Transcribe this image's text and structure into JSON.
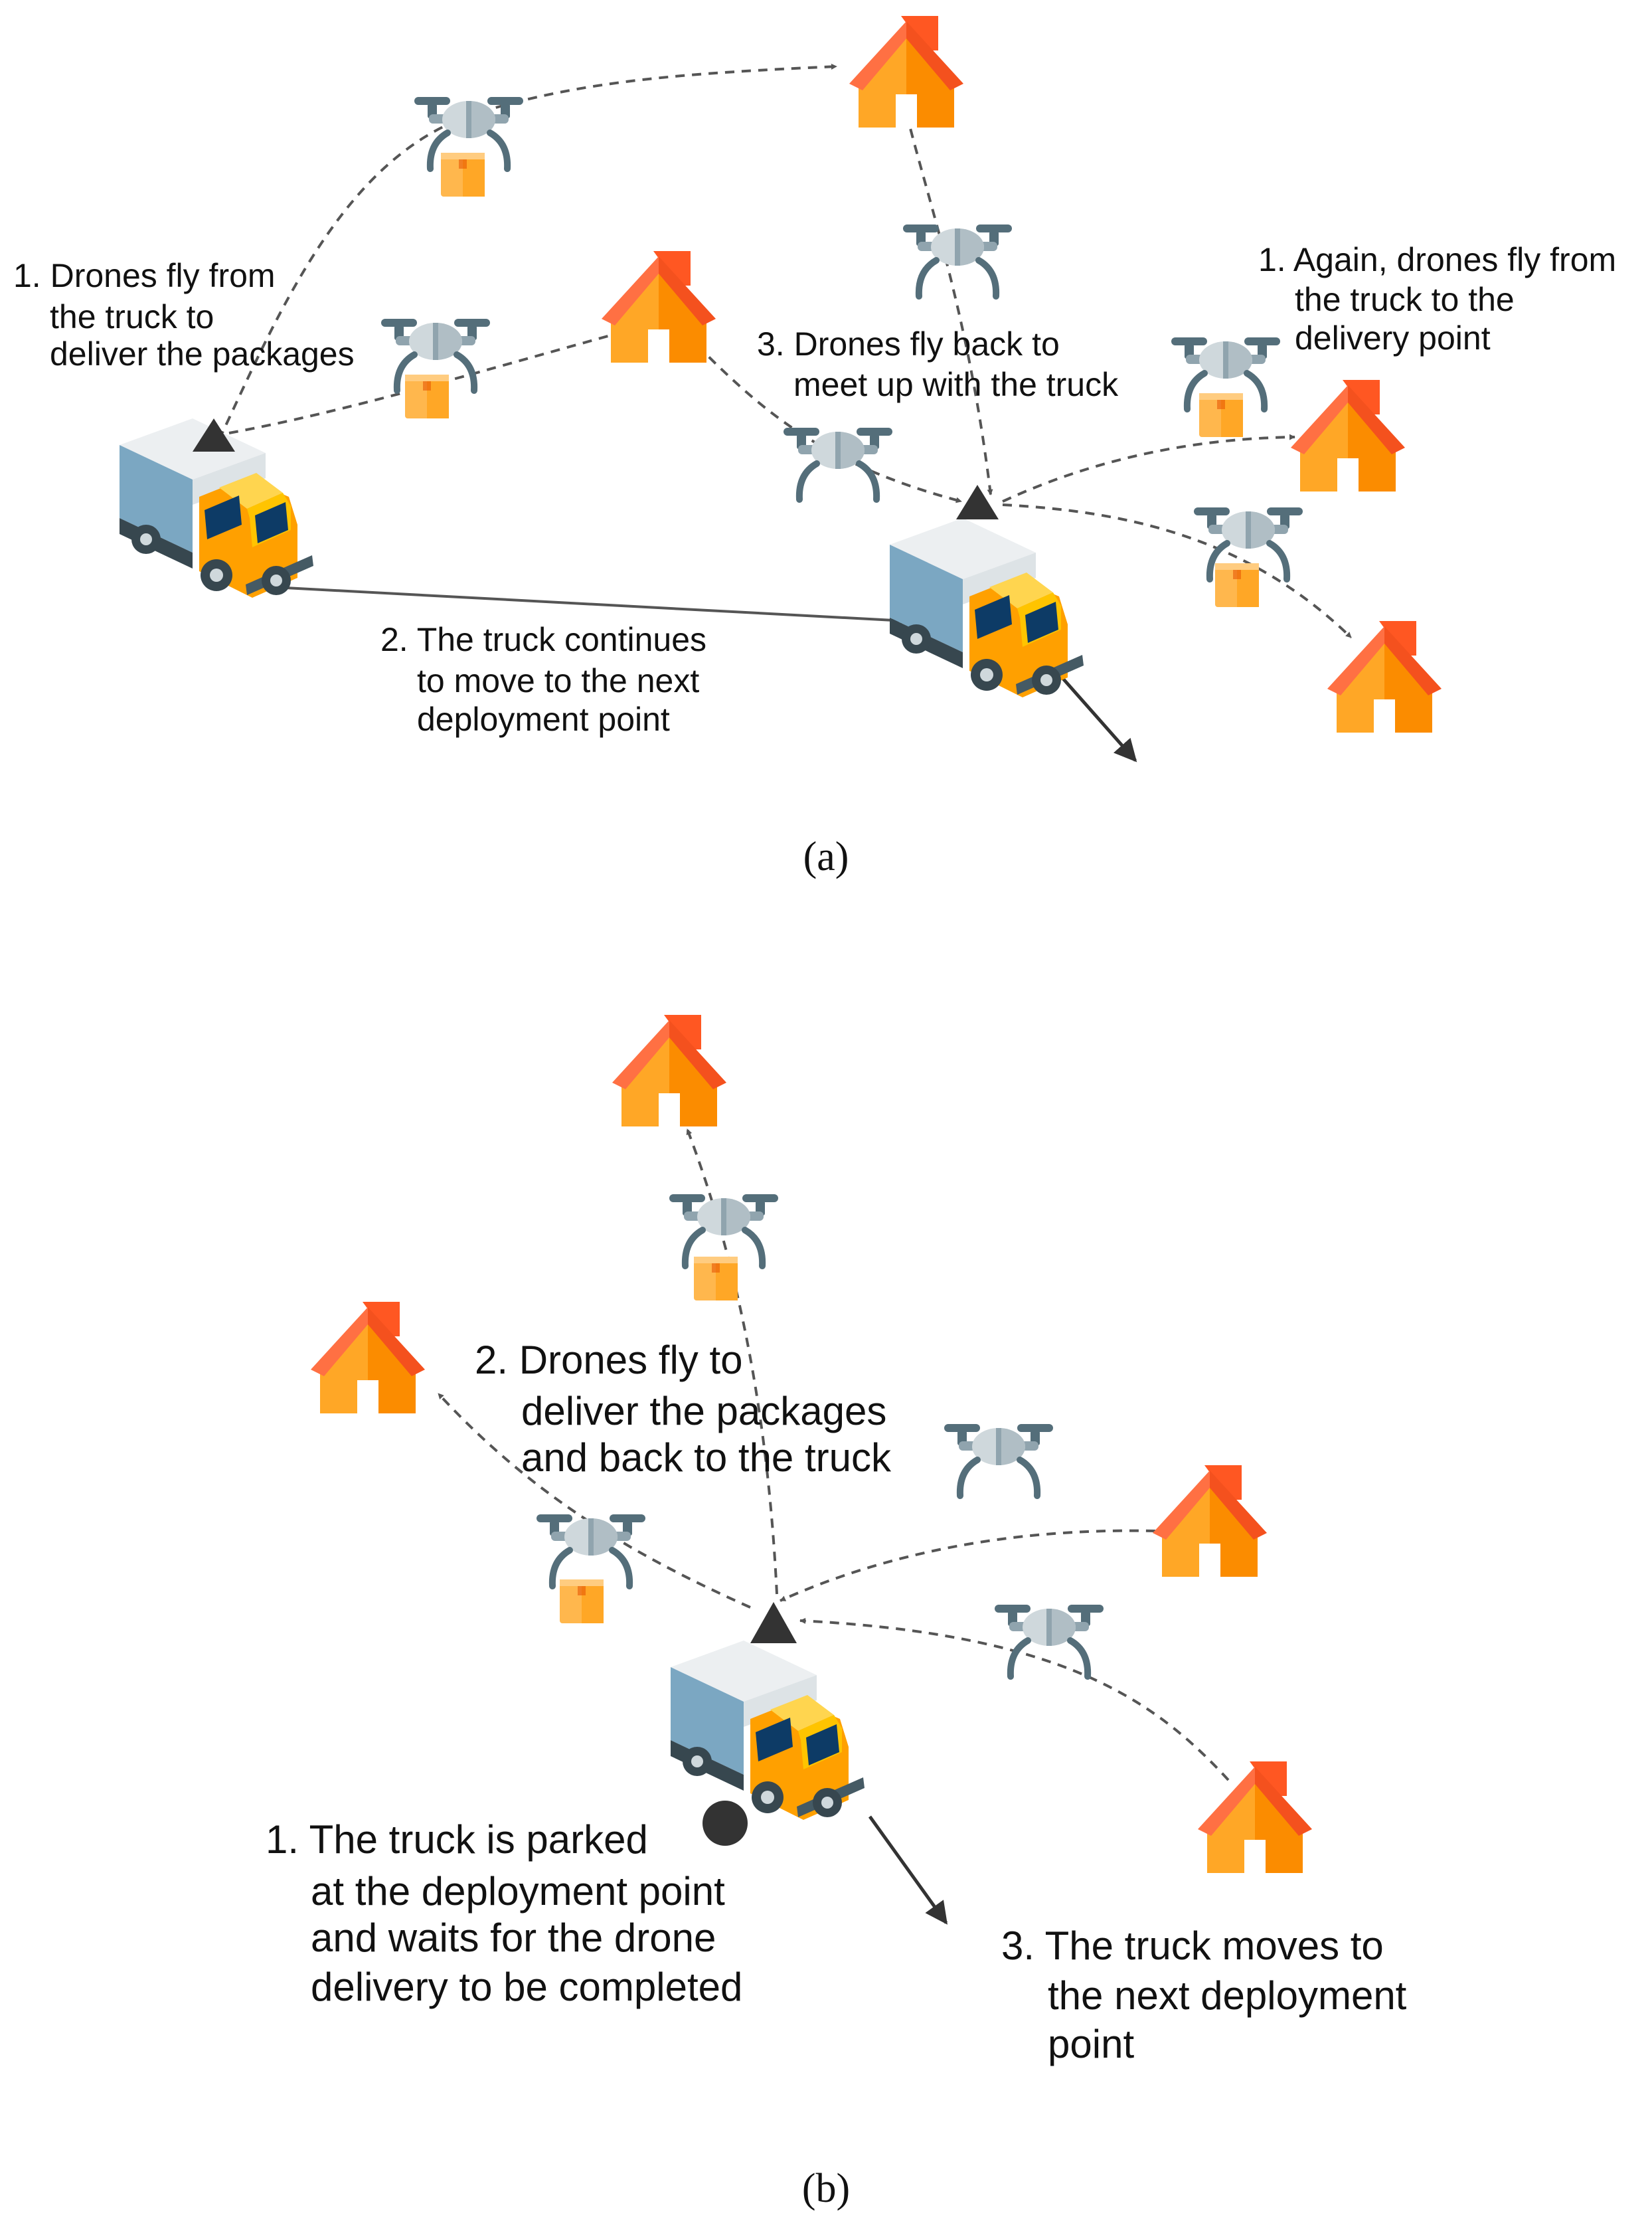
{
  "panel_a": {
    "caption": "(a)",
    "step1": [
      "1. Drones fly from",
      "the truck to",
      "deliver the packages"
    ],
    "step2": [
      "2. The truck continues",
      "to move to the next",
      "deployment point"
    ],
    "step3": [
      "3. Drones fly back to",
      "meet up with the truck"
    ],
    "step1_again": [
      "1. Again, drones fly from",
      "the truck to the",
      "delivery point"
    ]
  },
  "panel_b": {
    "caption": "(b)",
    "step1": [
      "1. The truck is parked",
      "at the deployment point",
      "and waits for the drone",
      "delivery to be completed"
    ],
    "step2": [
      "2. Drones fly to",
      "deliver the packages",
      "and back to the truck"
    ],
    "step3": [
      "3. The truck moves to",
      "the next deployment",
      "point"
    ]
  },
  "icons": {
    "truck": "truck-icon",
    "drone": "drone-icon",
    "house": "house-icon",
    "package": "package-icon",
    "deployment_marker": "triangle-marker-icon",
    "parking_marker": "parking-dot-icon"
  },
  "colors": {
    "house_left": "#FFA726",
    "house_right": "#FB8C00",
    "roof": "#FF5722",
    "truck_box": "#7BA7C2",
    "truck_cab": "#FFC400",
    "drone_body": "#CFD8DC",
    "drone_arm": "#546E7A",
    "package": "#FFB74D",
    "arrow": "#555555",
    "marker": "#333333"
  }
}
